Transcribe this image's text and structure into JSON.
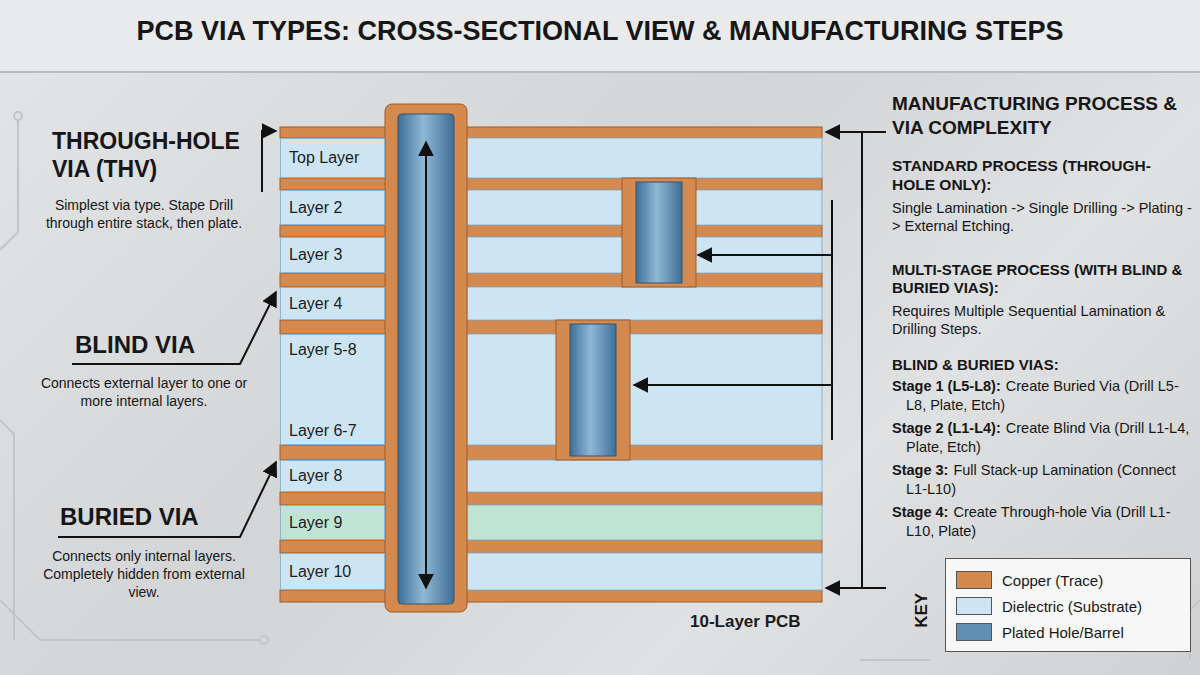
{
  "diagram": {
    "title": "PCB VIA TYPES: CROSS-SECTIONAL VIEW & MANUFACTURING STEPS",
    "nodes": [
      {
        "text": [
          "10-Layer PCB"
        ]
      },
      {
        "text": [
          "Top Layer"
        ],
        "in": 0
      },
      {
        "text": [
          "Layer 2"
        ],
        "in": 0
      },
      {
        "text": [
          "Layer 3"
        ],
        "in": 0
      },
      {
        "text": [
          "Layer 4"
        ],
        "in": 0
      },
      {
        "text": [
          "Layer 5-8",
          "Layer 6-7"
        ],
        "in": 0
      },
      {
        "text": [
          "Layer 8"
        ],
        "in": 0
      },
      {
        "text": [
          "Layer 9"
        ],
        "in": 0
      },
      {
        "text": [
          "Layer 10"
        ],
        "in": 0
      }
    ],
    "labels": [
      "THROUGH-HOLE VIA (THV)",
      "Simplest via type. Stape Drill through entire stack, then plate.",
      "BLIND VIA",
      "Connects external layer to one or more internal layers.",
      "BURIED VIA",
      "Connects only internal layers. Completely hidden from external view.",
      "MANUFACTURING PROCESS & VIA COMPLEXITY",
      "STANDARD PROCESS (THROUGH-HOLE ONLY):",
      "Single Lamination -> Single Drilling -> Plating -> External Etching.",
      "MULTI-STAGE PROCESS (WITH BLIND & BURIED VIAS):",
      "Requires Multiple Sequential Lamination & Drilling Steps.",
      "BLIND & BURIED VIAS:",
      "Stage 1 (L5-L8):",
      "Create Buried Via (Drill L5-L8, Plate, Etch)",
      "Stage 2 (L1-L4):",
      "Create Blind Via (Drill L1-L4, Plate, Etch)",
      "Stage 3:",
      "Full Stack-up Lamination (Connect L1-L10)",
      "Stage 4:",
      "Create Through-hole Via (Drill L1-L10, Plate)",
      "KEY"
    ],
    "legend": [
      {
        "text": "Copper (Trace)",
        "color": "#d4894f"
      },
      {
        "text": "Dielectric (Substrate)",
        "color": "#cde5f3"
      },
      {
        "text": "Plated Hole/Barrel",
        "color": "#5f8fb5"
      }
    ]
  }
}
